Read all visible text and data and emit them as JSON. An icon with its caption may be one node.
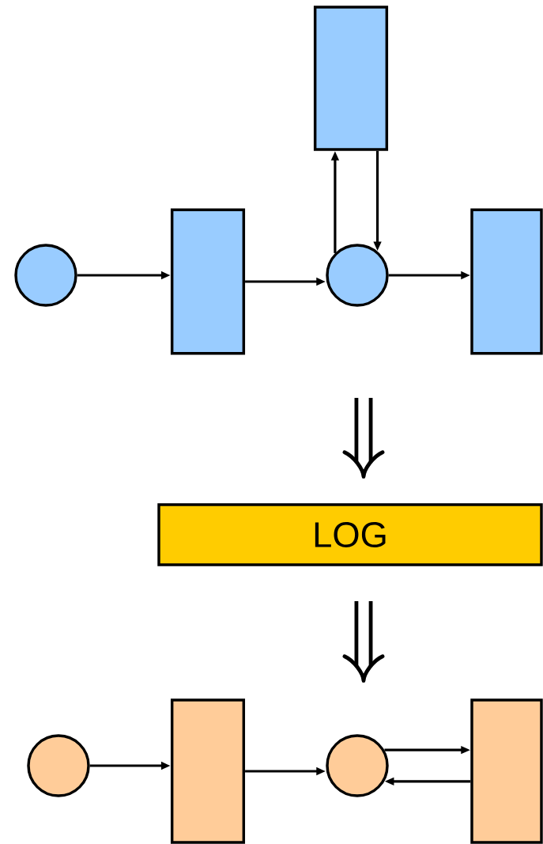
{
  "diagram": {
    "nodes": [
      {
        "text": [],
        "shape": "circle"
      },
      {
        "text": [],
        "shape": "box"
      },
      {
        "text": [],
        "shape": "box"
      },
      {
        "text": [],
        "shape": "circle"
      },
      {
        "text": [],
        "shape": "box"
      },
      {
        "text": [
          "LOG"
        ]
      },
      {
        "text": [],
        "shape": "circle"
      },
      {
        "text": [],
        "shape": "box"
      },
      {
        "text": [],
        "shape": "circle"
      },
      {
        "text": [],
        "shape": "box"
      }
    ],
    "edges": [
      {
        "from": 0,
        "to": 1,
        "arrow": "to"
      },
      {
        "from": 1,
        "to": 3,
        "arrow": "to"
      },
      {
        "from": 3,
        "to": 2,
        "arrow": "to"
      },
      {
        "from": 2,
        "to": 3,
        "arrow": "to"
      },
      {
        "from": 3,
        "to": 4,
        "arrow": "to"
      },
      {
        "from": 6,
        "to": 7,
        "arrow": "to"
      },
      {
        "from": 7,
        "to": 8,
        "arrow": "to"
      },
      {
        "from": 8,
        "to": 9,
        "arrow": "to"
      },
      {
        "from": 9,
        "to": 8,
        "arrow": "to"
      }
    ]
  }
}
